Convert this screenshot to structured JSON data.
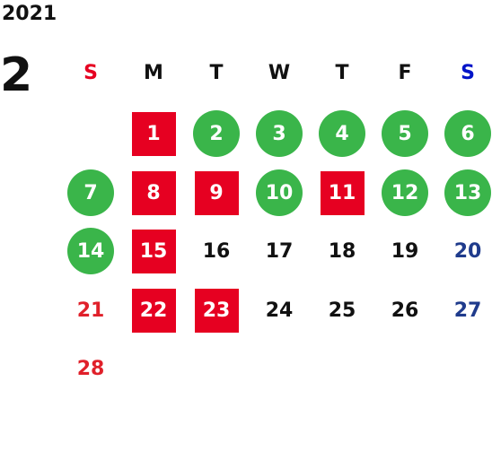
{
  "calendar": {
    "year": "2021",
    "month": "2",
    "weekdays": [
      {
        "label": "S",
        "color": "#e60021"
      },
      {
        "label": "M",
        "color": "#111111"
      },
      {
        "label": "T",
        "color": "#111111"
      },
      {
        "label": "W",
        "color": "#111111"
      },
      {
        "label": "T",
        "color": "#111111"
      },
      {
        "label": "F",
        "color": "#111111"
      },
      {
        "label": "S",
        "color": "#0014c8"
      }
    ],
    "colors": {
      "closed_square": "#e60021",
      "open_circle": "#3ab54a",
      "weekday_text": "#111111",
      "sunday_text": "#e0202a",
      "saturday_text": "#1f3b8c"
    },
    "days": [
      {
        "day": "1",
        "style": "square",
        "col": 1
      },
      {
        "day": "2",
        "style": "circle",
        "col": 2
      },
      {
        "day": "3",
        "style": "circle",
        "col": 3
      },
      {
        "day": "4",
        "style": "circle",
        "col": 4
      },
      {
        "day": "5",
        "style": "circle",
        "col": 5
      },
      {
        "day": "6",
        "style": "circle",
        "col": 6
      },
      {
        "day": "7",
        "style": "circle",
        "col": 0
      },
      {
        "day": "8",
        "style": "square",
        "col": 1
      },
      {
        "day": "9",
        "style": "square",
        "col": 2
      },
      {
        "day": "10",
        "style": "circle",
        "col": 3
      },
      {
        "day": "11",
        "style": "square",
        "col": 4
      },
      {
        "day": "12",
        "style": "circle",
        "col": 5
      },
      {
        "day": "13",
        "style": "circle",
        "col": 6
      },
      {
        "day": "14",
        "style": "circle",
        "col": 0
      },
      {
        "day": "15",
        "style": "square",
        "col": 1
      },
      {
        "day": "16",
        "style": "plain",
        "col": 2
      },
      {
        "day": "17",
        "style": "plain",
        "col": 3
      },
      {
        "day": "18",
        "style": "plain",
        "col": 4
      },
      {
        "day": "19",
        "style": "plain",
        "col": 5
      },
      {
        "day": "20",
        "style": "saturday",
        "col": 6
      },
      {
        "day": "21",
        "style": "sunday",
        "col": 0
      },
      {
        "day": "22",
        "style": "square",
        "col": 1
      },
      {
        "day": "23",
        "style": "square",
        "col": 2
      },
      {
        "day": "24",
        "style": "plain",
        "col": 3
      },
      {
        "day": "25",
        "style": "plain",
        "col": 4
      },
      {
        "day": "26",
        "style": "plain",
        "col": 5
      },
      {
        "day": "27",
        "style": "saturday",
        "col": 6
      },
      {
        "day": "28",
        "style": "sunday",
        "col": 0
      }
    ]
  }
}
